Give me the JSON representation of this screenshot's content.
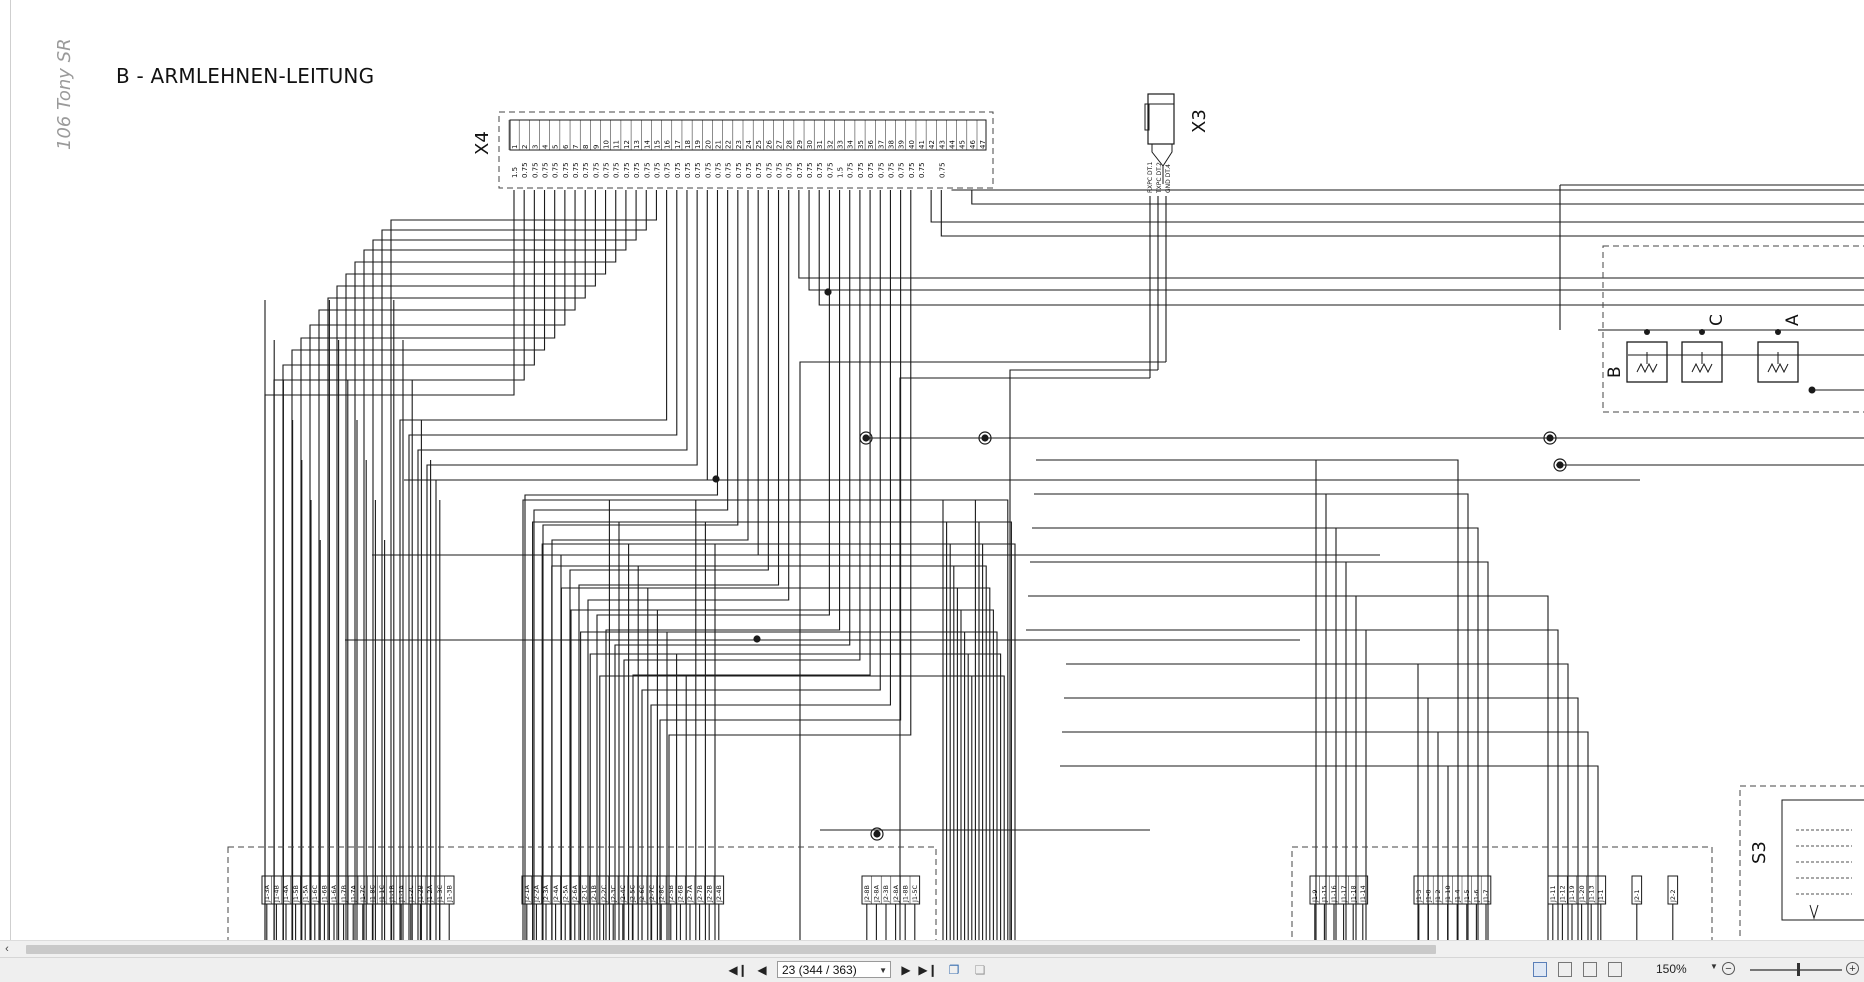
{
  "document": {
    "side_title": "106 Tony SR",
    "heading": "B - ARMLEHNEN-LEITUNG"
  },
  "schematic": {
    "connector_x4": {
      "label": "X4",
      "pins": [
        "1",
        "2",
        "3",
        "4",
        "5",
        "6",
        "7",
        "8",
        "9",
        "10",
        "11",
        "12",
        "13",
        "14",
        "15",
        "16",
        "17",
        "18",
        "19",
        "20",
        "21",
        "22",
        "23",
        "24",
        "25",
        "26",
        "27",
        "28",
        "29",
        "30",
        "31",
        "32",
        "33",
        "34",
        "35",
        "36",
        "37",
        "38",
        "39",
        "40",
        "41",
        "42",
        "43",
        "44",
        "45",
        "46",
        "47"
      ],
      "gauges": [
        "1.5",
        "0.75",
        "0.75",
        "0.75",
        "0.75",
        "0.75",
        "0.75",
        "0.75",
        "0.75",
        "0.75",
        "0.75",
        "0.75",
        "0.75",
        "0.75",
        "0.75",
        "0.75",
        "0.75",
        "0.75",
        "0.75",
        "0.75",
        "0.75",
        "0.75",
        "0.75",
        "0.75",
        "0.75",
        "0.75",
        "0.75",
        "0.75",
        "0.75",
        "0.75",
        "0.75",
        "0.75",
        "1.5",
        "0.75",
        "0.75",
        "0.75",
        "0.75",
        "0.75",
        "0.75",
        "0.75",
        "0.75",
        "",
        "0.75"
      ]
    },
    "connector_x3": {
      "label": "X3",
      "signals": [
        "RXPC DT.1",
        "TXPC DT.2",
        "GND DT.4"
      ]
    },
    "potentiometers": [
      "B",
      "C",
      "A"
    ],
    "switch_label": "S3",
    "bottom_groups": [
      [
        "J1-3A",
        "J1-4B",
        "J1-4A",
        "J1-5B",
        "J1-5A",
        "J1-6C",
        "J1-6B",
        "J1-6A",
        "J1-7B",
        "J1-7A",
        "J1-7C",
        "J1-8C",
        "J1-1C",
        "J1-1B",
        "J1-1A",
        "J1-2C",
        "J1-2B",
        "J1-2A",
        "J1-3C",
        "J1-3B"
      ],
      [
        "J2-1A",
        "J2-2A",
        "J2-3A",
        "J2-4A",
        "J2-5A",
        "J2-6A",
        "J2-1C",
        "J2-1B",
        "J2-2C",
        "J2-3C",
        "J2-4C",
        "J2-5C",
        "J2-6C",
        "J2-7C",
        "J2-8C",
        "J2-5B",
        "J2-6B",
        "J2-7A",
        "J2-7B",
        "J2-2B",
        "J2-4B"
      ],
      [
        "J2-8B",
        "J2-8A",
        "J2-3B",
        "J2-8A",
        "J1-8B",
        "J1-5C"
      ],
      [
        "J1-9",
        "J1-15",
        "J1-16",
        "J1-17",
        "J1-18",
        "J1-14"
      ],
      [
        "J1-3",
        "J1-8",
        "J1-2",
        "J1-10",
        "J1-4",
        "J1-5",
        "J1-6",
        "J1-7"
      ],
      [
        "J1-11",
        "J1-12",
        "J1-19",
        "J1-20",
        "J1-13",
        "J1-1"
      ],
      [
        "J2-1"
      ],
      [
        "J2-2"
      ]
    ]
  },
  "toolbar": {
    "page_value": "23 (344 / 363)",
    "zoom_value": "150%",
    "first_page_icon": "first-page-icon",
    "prev_page_icon": "prev-page-icon",
    "next_page_icon": "next-page-icon",
    "last_page_icon": "last-page-icon"
  },
  "colors": {
    "line": "#1a1a1a",
    "dashed_box": "#444444",
    "toolbar_bg": "#efefef",
    "scroll_thumb": "#c9c9c9"
  }
}
